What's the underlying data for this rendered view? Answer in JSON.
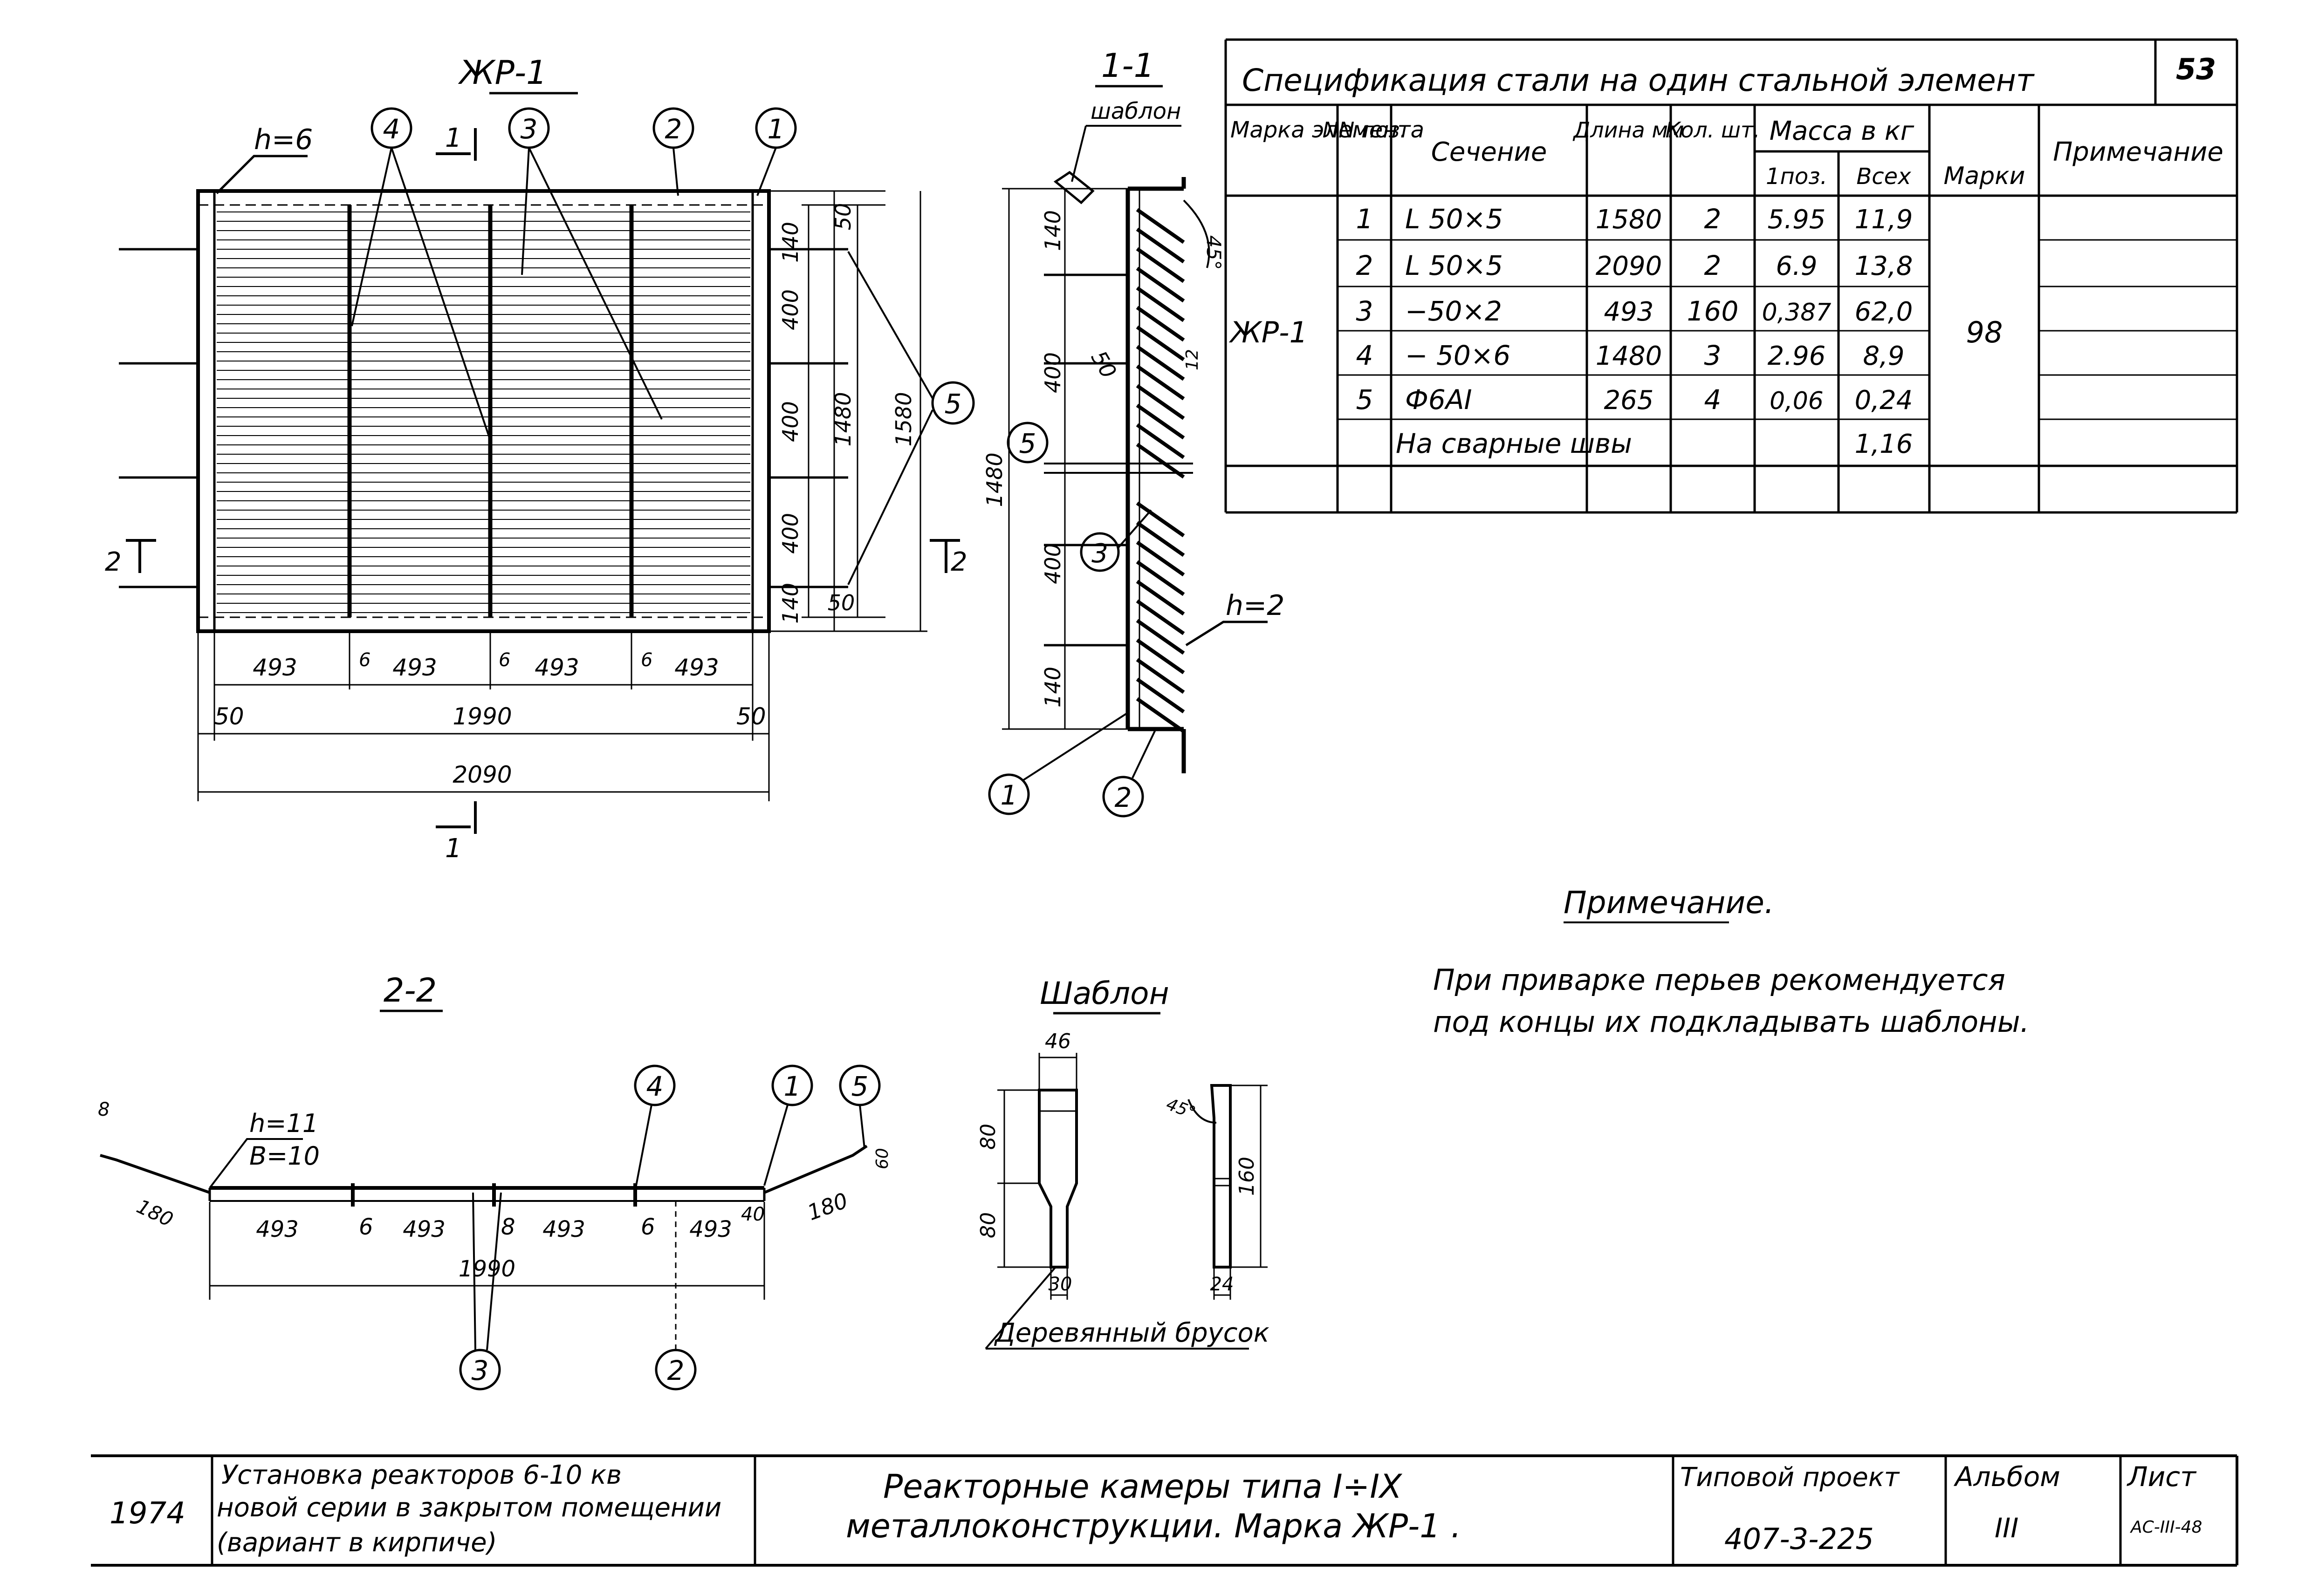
{
  "sheet_no": "53",
  "spec": {
    "title": "Спецификация стали на один стальной элемент",
    "headers": {
      "marka": "Марка элемента",
      "nn": "NN поз.",
      "section": "Сечение",
      "length": "Длина мм",
      "qty": "Кол. шт.",
      "mass": "Масса в кг",
      "mass_pos": "1поз.",
      "mass_all": "Всех",
      "mass_marka": "Марки",
      "note": "Примечание"
    },
    "element": "ЖР-1",
    "marka_mass": "98",
    "rows": [
      {
        "pos": "1",
        "section": "L 50×5",
        "length": "1580",
        "qty": "2",
        "m1": "5.95",
        "mall": "11,9"
      },
      {
        "pos": "2",
        "section": "L 50×5",
        "length": "2090",
        "qty": "2",
        "m1": "6.9",
        "mall": "13,8"
      },
      {
        "pos": "3",
        "section": "−50×2",
        "length": "493",
        "qty": "160",
        "m1": "0,387",
        "mall": "62,0"
      },
      {
        "pos": "4",
        "section": "− 50×6",
        "length": "1480",
        "qty": "3",
        "m1": "2.96",
        "mall": "8,9"
      },
      {
        "pos": "5",
        "section": "Ф6АI",
        "length": "265",
        "qty": "4",
        "m1": "0,06",
        "mall": "0,24"
      }
    ],
    "welds_label": "На сварные швы",
    "welds_mass": "1,16"
  },
  "drawing": {
    "title_main": "ЖР-1",
    "section_11": "1-1",
    "section_22": "2-2",
    "template_title": "Шаблон",
    "template_label": "шаблон",
    "wood": "Деревянный брусок",
    "h6": "h=6",
    "h2": "h=2",
    "h11": "h=11",
    "b10": "B=10",
    "angle45": "45°",
    "dims": {
      "d493": "493",
      "d6": "6",
      "d1990": "1990",
      "d50": "50",
      "d2090": "2090",
      "d140": "140",
      "d400": "400",
      "d1480": "1480",
      "d1580": "1580",
      "d180": "180",
      "d40": "40",
      "d60": "60",
      "d8": "8",
      "d46": "46",
      "d80": "80",
      "d30": "30",
      "d24": "24",
      "d160": "160",
      "d12": "12"
    },
    "callouts": [
      "1",
      "2",
      "3",
      "4",
      "5"
    ],
    "cut1": "1",
    "cut2": "2"
  },
  "note": {
    "title": "Примечание.",
    "line1": "При приварке перьев рекомендуется",
    "line2": "под концы их подкладывать шаблоны."
  },
  "stamp": {
    "year": "1974",
    "desc1": "Установка реакторов 6-10 кв",
    "desc2": "новой серии в закрытом помещении",
    "desc3": "(вариант в кирпиче)",
    "title1": "Реакторные камеры типа I÷IX",
    "title2": "металлоконструкции. Марка ЖР-1 .",
    "typ_label": "Типовой проект",
    "typ_value": "407-3-225",
    "album_label": "Альбом",
    "album_value": "III",
    "list_label": "Лист",
    "list_value": "АС-III-48"
  }
}
